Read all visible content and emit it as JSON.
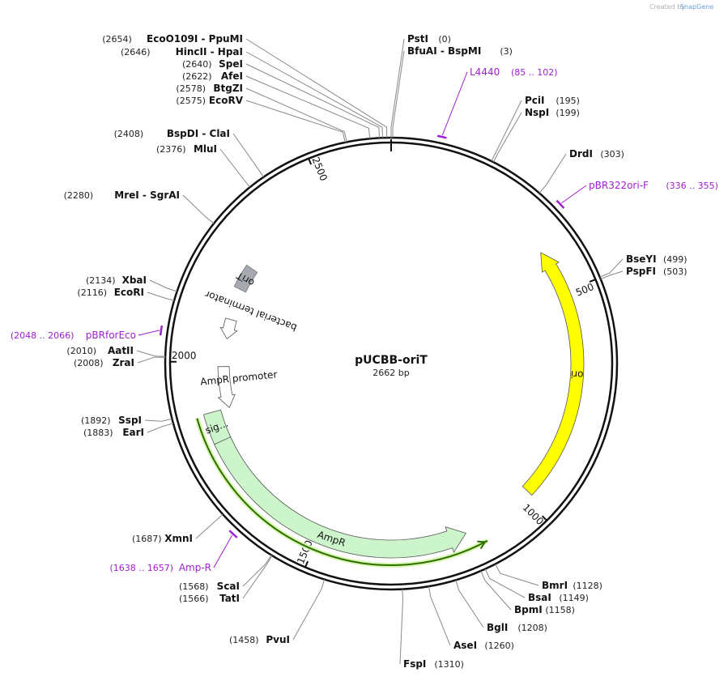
{
  "plasmid": {
    "name": "pUCBB-oriT",
    "length_text": "2662 bp",
    "length": 2662
  },
  "watermark": {
    "created_by": "Created by",
    "brand": "SnapGene"
  },
  "ticks": [
    {
      "pos": 500,
      "label": "500"
    },
    {
      "pos": 1000,
      "label": "1000"
    },
    {
      "pos": 1500,
      "label": "1500"
    },
    {
      "pos": 2000,
      "label": "2000"
    },
    {
      "pos": 2500,
      "label": "2500"
    }
  ],
  "sites": [
    {
      "pos": 2654,
      "pos_text": "(2654)",
      "names": [
        "EcoO109I",
        "PpuMI"
      ]
    },
    {
      "pos": 2646,
      "pos_text": "(2646)",
      "names": [
        "HincII",
        "HpaI"
      ]
    },
    {
      "pos": 2640,
      "pos_text": "(2640)",
      "names": [
        "SpeI"
      ]
    },
    {
      "pos": 2622,
      "pos_text": "(2622)",
      "names": [
        "AfeI"
      ]
    },
    {
      "pos": 2578,
      "pos_text": "(2578)",
      "names": [
        "BtgZI"
      ]
    },
    {
      "pos": 2575,
      "pos_text": "(2575)",
      "names": [
        "EcoRV"
      ]
    },
    {
      "pos": 0,
      "pos_text": "(0)",
      "names": [
        "PstI"
      ]
    },
    {
      "pos": 3,
      "pos_text": "(3)",
      "names": [
        "BfuAI",
        "BspMI"
      ]
    },
    {
      "pos": 195,
      "pos_text": "(195)",
      "names": [
        "PciI"
      ]
    },
    {
      "pos": 199,
      "pos_text": "(199)",
      "names": [
        "NspI"
      ]
    },
    {
      "pos": 303,
      "pos_text": "(303)",
      "names": [
        "DrdI"
      ]
    },
    {
      "pos": 499,
      "pos_text": "(499)",
      "names": [
        "BseYI"
      ]
    },
    {
      "pos": 503,
      "pos_text": "(503)",
      "names": [
        "PspFI"
      ]
    },
    {
      "pos": 1128,
      "pos_text": "(1128)",
      "names": [
        "BmrI"
      ]
    },
    {
      "pos": 1149,
      "pos_text": "(1149)",
      "names": [
        "BsaI"
      ]
    },
    {
      "pos": 1158,
      "pos_text": "(1158)",
      "names": [
        "BpmI"
      ]
    },
    {
      "pos": 1208,
      "pos_text": "(1208)",
      "names": [
        "BglI"
      ]
    },
    {
      "pos": 1260,
      "pos_text": "(1260)",
      "names": [
        "AseI"
      ]
    },
    {
      "pos": 1310,
      "pos_text": "(1310)",
      "names": [
        "FspI"
      ]
    },
    {
      "pos": 1458,
      "pos_text": "(1458)",
      "names": [
        "PvuI"
      ]
    },
    {
      "pos": 1566,
      "pos_text": "(1566)",
      "names": [
        "TatI"
      ]
    },
    {
      "pos": 1568,
      "pos_text": "(1568)",
      "names": [
        "ScaI"
      ]
    },
    {
      "pos": 1687,
      "pos_text": "(1687)",
      "names": [
        "XmnI"
      ]
    },
    {
      "pos": 1883,
      "pos_text": "(1883)",
      "names": [
        "EarI"
      ]
    },
    {
      "pos": 1892,
      "pos_text": "(1892)",
      "names": [
        "SspI"
      ]
    },
    {
      "pos": 2008,
      "pos_text": "(2008)",
      "names": [
        "ZraI"
      ]
    },
    {
      "pos": 2010,
      "pos_text": "(2010)",
      "names": [
        "AatII"
      ]
    },
    {
      "pos": 2116,
      "pos_text": "(2116)",
      "names": [
        "EcoRI"
      ]
    },
    {
      "pos": 2134,
      "pos_text": "(2134)",
      "names": [
        "XbaI"
      ]
    },
    {
      "pos": 2280,
      "pos_text": "(2280)",
      "names": [
        "MreI",
        "SgrAI"
      ]
    },
    {
      "pos": 2376,
      "pos_text": "(2376)",
      "names": [
        "MluI"
      ]
    },
    {
      "pos": 2408,
      "pos_text": "(2408)",
      "names": [
        "BspDI",
        "ClaI"
      ]
    }
  ],
  "primers": [
    {
      "name": "L4440",
      "range_text": "(85 .. 102)",
      "start": 85,
      "end": 102
    },
    {
      "name": "pBR322ori-F",
      "range_text": "(336 .. 355)",
      "start": 336,
      "end": 355
    },
    {
      "name": "Amp-R",
      "range_text": "(1638 .. 1657)",
      "start": 1638,
      "end": 1657
    },
    {
      "name": "pBRforEco",
      "range_text": "(2048 .. 2066)",
      "start": 2048,
      "end": 2066
    }
  ],
  "features": [
    {
      "name": "ori",
      "start": 395,
      "end": 984,
      "direction": "reverse",
      "color": "#ffff00"
    },
    {
      "name": "AmpR",
      "start": 1155,
      "end": 1815,
      "direction": "reverse",
      "color": "#ccf5cc"
    },
    {
      "name": "sig…",
      "start": 1815,
      "end": 1884,
      "direction": "none",
      "color": "#ccf5cc"
    },
    {
      "name": "AmpR promoter",
      "start": 1884,
      "end": 1989,
      "direction": "reverse",
      "color": "#ffffff"
    },
    {
      "name": "bacterial terminator",
      "start": 2060,
      "end": 2110,
      "direction": "reverse",
      "color": "#ffffff"
    },
    {
      "name": "oriT",
      "start": 2190,
      "end": 2250,
      "direction": "none",
      "color": "#a6aab0"
    }
  ],
  "orf": {
    "start": 1120,
    "end": 1880,
    "color": "#2a6e00",
    "highlight": "#d9f5b0"
  }
}
